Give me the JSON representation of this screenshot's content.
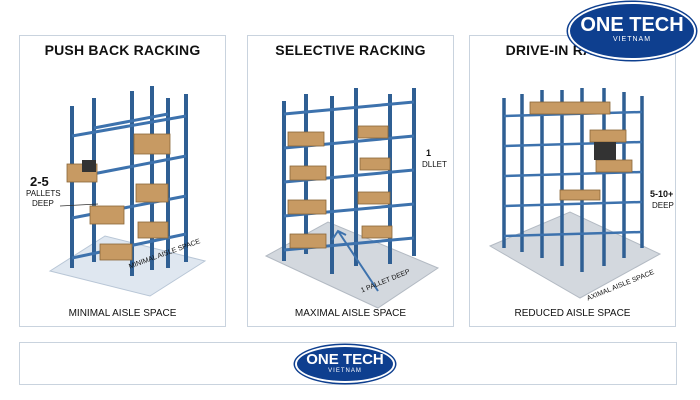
{
  "colors": {
    "rack_blue": "#2f5f93",
    "beam_blue": "#3d72ad",
    "pallet": "#c79a63",
    "brand_blue": "#0e3f8f"
  },
  "logo_main": {
    "brand": "ONE TECH",
    "sub": "VIETNAM"
  },
  "logo_small": {
    "brand": "ONE TECH",
    "sub": "VIETNAM"
  },
  "panels": [
    {
      "title": "PUSH BACK RACKING",
      "caption": "MINIMAL AISLE SPACE",
      "depth_value": "2-5",
      "depth_line1": "PALLETS",
      "depth_line2": "DEEP",
      "floor_label": "MINIMAL AISLE SPACE"
    },
    {
      "title": "SELECTIVE RACKING",
      "caption": "MAXIMAL AISLE SPACE",
      "side_value": "1",
      "side_label": "DLLET",
      "floor_label": "1 PALLET DEEP"
    },
    {
      "title": "DRIVE-IN RACKING",
      "caption": "REDUCED AISLE SPACE",
      "depth_value": "5-10+",
      "depth_label": "DEEP",
      "floor_label": "AXIMAL AISLE SPACE"
    }
  ]
}
